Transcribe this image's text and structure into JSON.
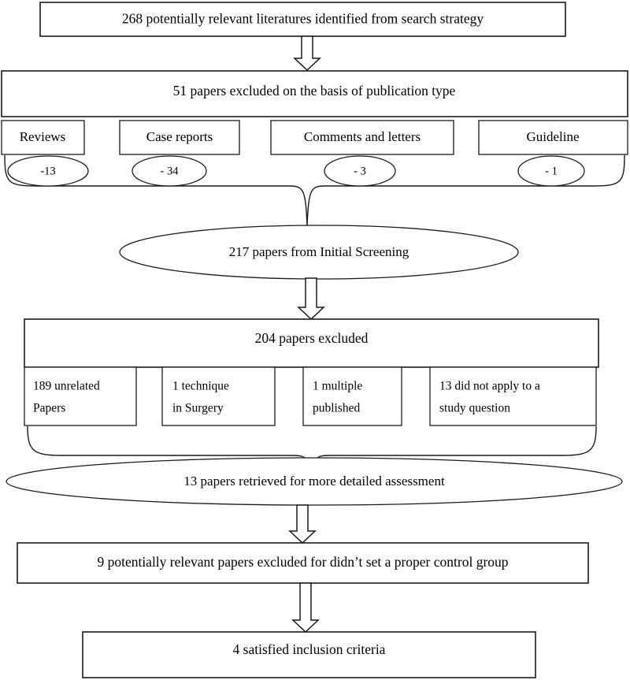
{
  "diagram": {
    "title": "PRISMA-style literature selection flow chart",
    "type": "flowchart",
    "colors": {
      "background": "#ffffff",
      "stroke": "#1a1a1a",
      "text": "#000000"
    },
    "nodes": {
      "identified": {
        "label": "268 potentially relevant literatures identified from search strategy",
        "count": 268,
        "shape": "rectangle"
      },
      "excluded_publication_type": {
        "label": "51 papers excluded on the basis of publication type",
        "count": 51,
        "shape": "rectangle"
      },
      "publication_type_reasons": [
        {
          "label": "Reviews",
          "value": "-13",
          "count": 13
        },
        {
          "label": "Case reports",
          "value": "- 34",
          "count": 34
        },
        {
          "label": "Comments and letters",
          "value": "- 3",
          "count": 3
        },
        {
          "label": "Guideline",
          "value": "- 1",
          "count": 1
        }
      ],
      "initial_screening": {
        "label": "217 papers from Initial Screening",
        "count": 217,
        "shape": "ellipse"
      },
      "excluded_204": {
        "label": "204 papers excluded",
        "count": 204,
        "shape": "rectangle"
      },
      "excluded_204_reasons": [
        {
          "line1": "189 unrelated",
          "line2": "Papers",
          "count": 189
        },
        {
          "line1": "1  technique",
          "line2": "in   Surgery",
          "count": 1
        },
        {
          "line1": "1   multiple",
          "line2": "published",
          "count": 1
        },
        {
          "line1": "13 did not apply to a",
          "line2": "study question",
          "count": 13
        }
      ],
      "retrieved": {
        "label": "13 papers retrieved for more detailed assessment",
        "count": 13,
        "shape": "ellipse"
      },
      "excluded_control_group": {
        "label": "9 potentially relevant papers excluded for didn’t set a proper control group",
        "count": 9,
        "shape": "rectangle"
      },
      "included": {
        "label": "4 satisfied inclusion criteria",
        "count": 4,
        "shape": "rectangle"
      }
    },
    "connectors": [
      {
        "name": "arrow-identified-to-excluded51",
        "kind": "block-arrow-down"
      },
      {
        "name": "brace-publication-reasons-to-screening",
        "kind": "curly-brace"
      },
      {
        "name": "arrow-screening-to-excluded204",
        "kind": "block-arrow-down"
      },
      {
        "name": "brace-excluded204-reasons-to-retrieved",
        "kind": "curly-brace"
      },
      {
        "name": "arrow-retrieved-to-control-group",
        "kind": "block-arrow-down"
      },
      {
        "name": "arrow-control-group-to-included",
        "kind": "block-arrow-down"
      }
    ]
  }
}
